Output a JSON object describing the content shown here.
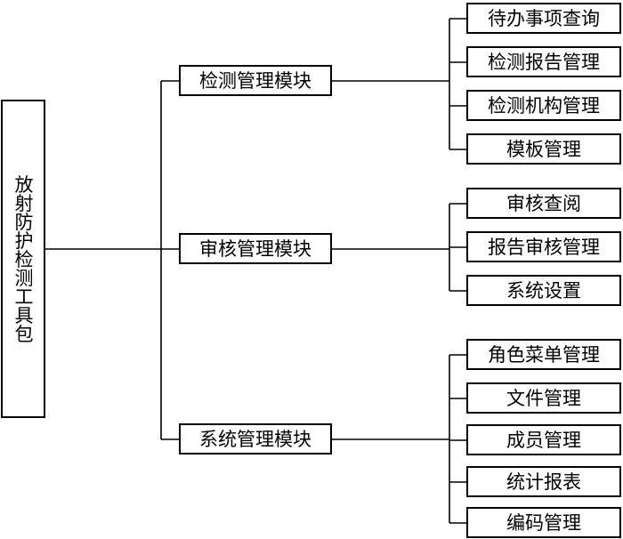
{
  "root": {
    "label": "放射防护检测工具包"
  },
  "modules": [
    {
      "label": "检测管理模块",
      "children": [
        "待办事项查询",
        "检测报告管理",
        "检测机构管理",
        "模板管理"
      ]
    },
    {
      "label": "审核管理模块",
      "children": [
        "审核查阅",
        "报告审核管理",
        "系统设置"
      ]
    },
    {
      "label": "系统管理模块",
      "children": [
        "角色菜单管理",
        "文件管理",
        "成员管理",
        "统计报表",
        "编码管理"
      ]
    }
  ]
}
